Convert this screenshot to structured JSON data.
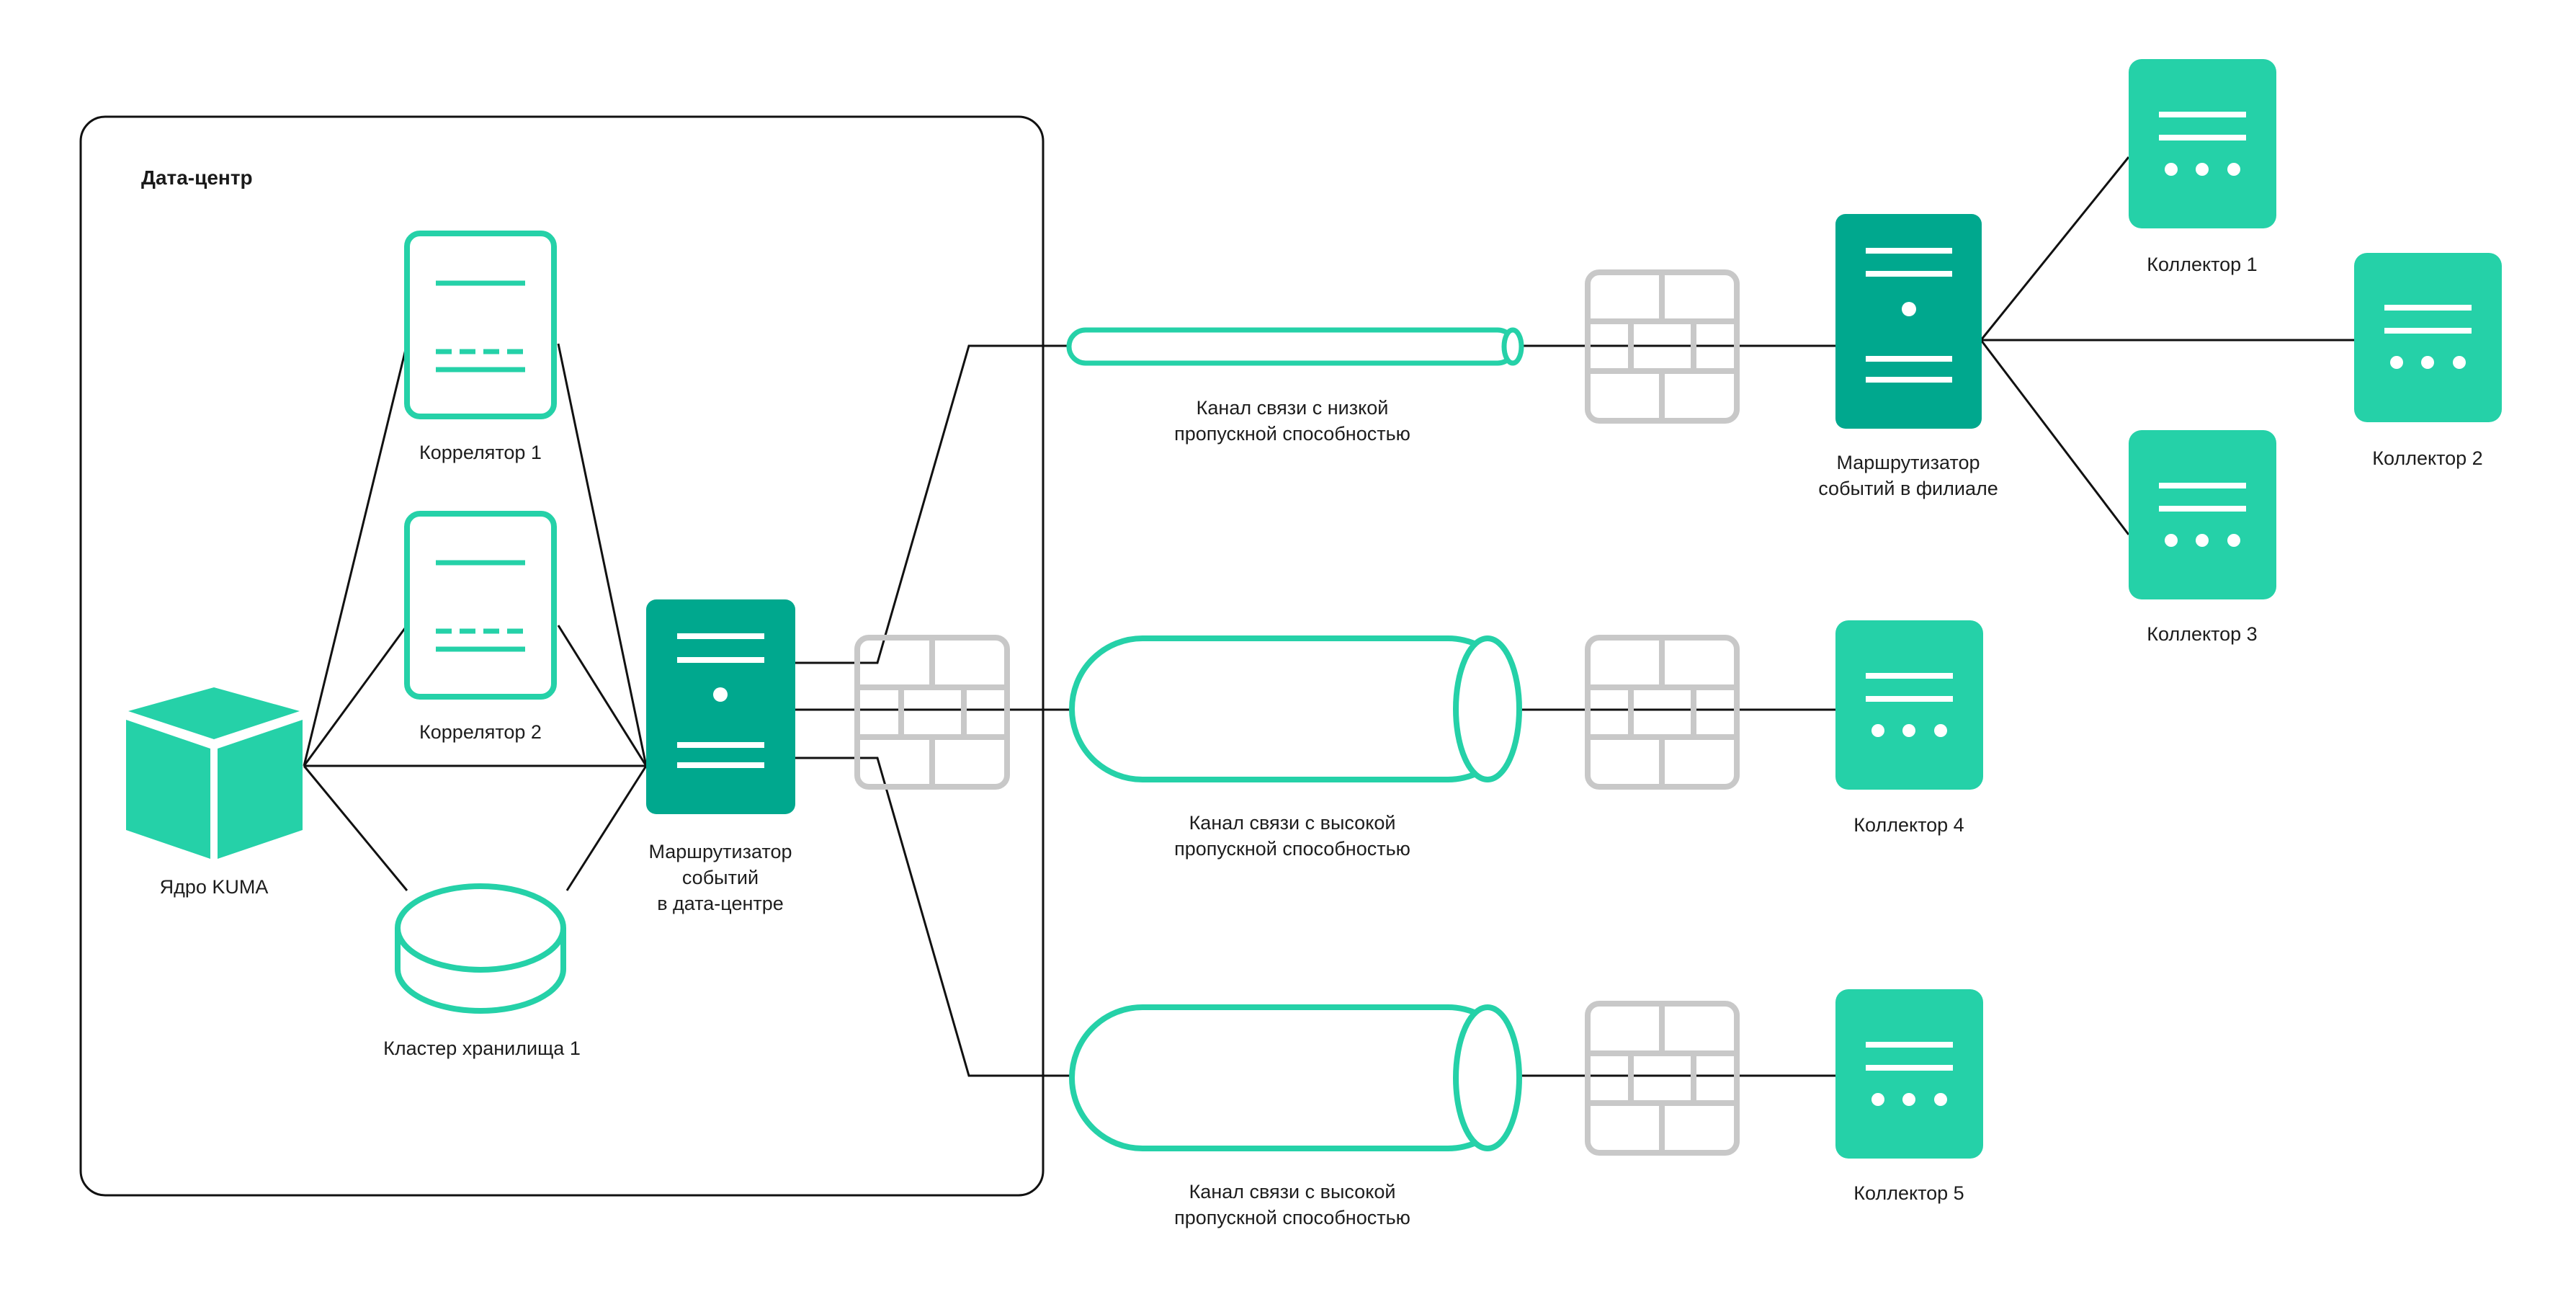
{
  "datacenter": {
    "title": "Дата-центр"
  },
  "nodes": {
    "correlator1": {
      "label": "Коррелятор 1"
    },
    "correlator2": {
      "label": "Коррелятор 2"
    },
    "kuma_core": {
      "label": "Ядро KUMA"
    },
    "storage_cluster": {
      "label": "Кластер хранилища 1"
    },
    "dc_router": {
      "lines": [
        "Маршрутизатор",
        "событий",
        "в дата-центре"
      ]
    },
    "branch_router": {
      "lines": [
        "Маршрутизатор",
        "событий в филиале"
      ]
    },
    "collector1": {
      "label": "Коллектор 1"
    },
    "collector2": {
      "label": "Коллектор 2"
    },
    "collector3": {
      "label": "Коллектор 3"
    },
    "collector4": {
      "label": "Коллектор 4"
    },
    "collector5": {
      "label": "Коллектор 5"
    }
  },
  "channels": {
    "low": {
      "lines": [
        "Канал связи с низкой",
        "пропускной способностью"
      ]
    },
    "high1": {
      "lines": [
        "Канал связи с высокой",
        "пропускной способностью"
      ]
    },
    "high2": {
      "lines": [
        "Канал связи с высокой",
        "пропускной способностью"
      ]
    }
  },
  "colors": {
    "accent": "#25D1A8",
    "accent_dark": "#00A88E",
    "firewall": "#C8C8C8",
    "line": "#111111"
  }
}
